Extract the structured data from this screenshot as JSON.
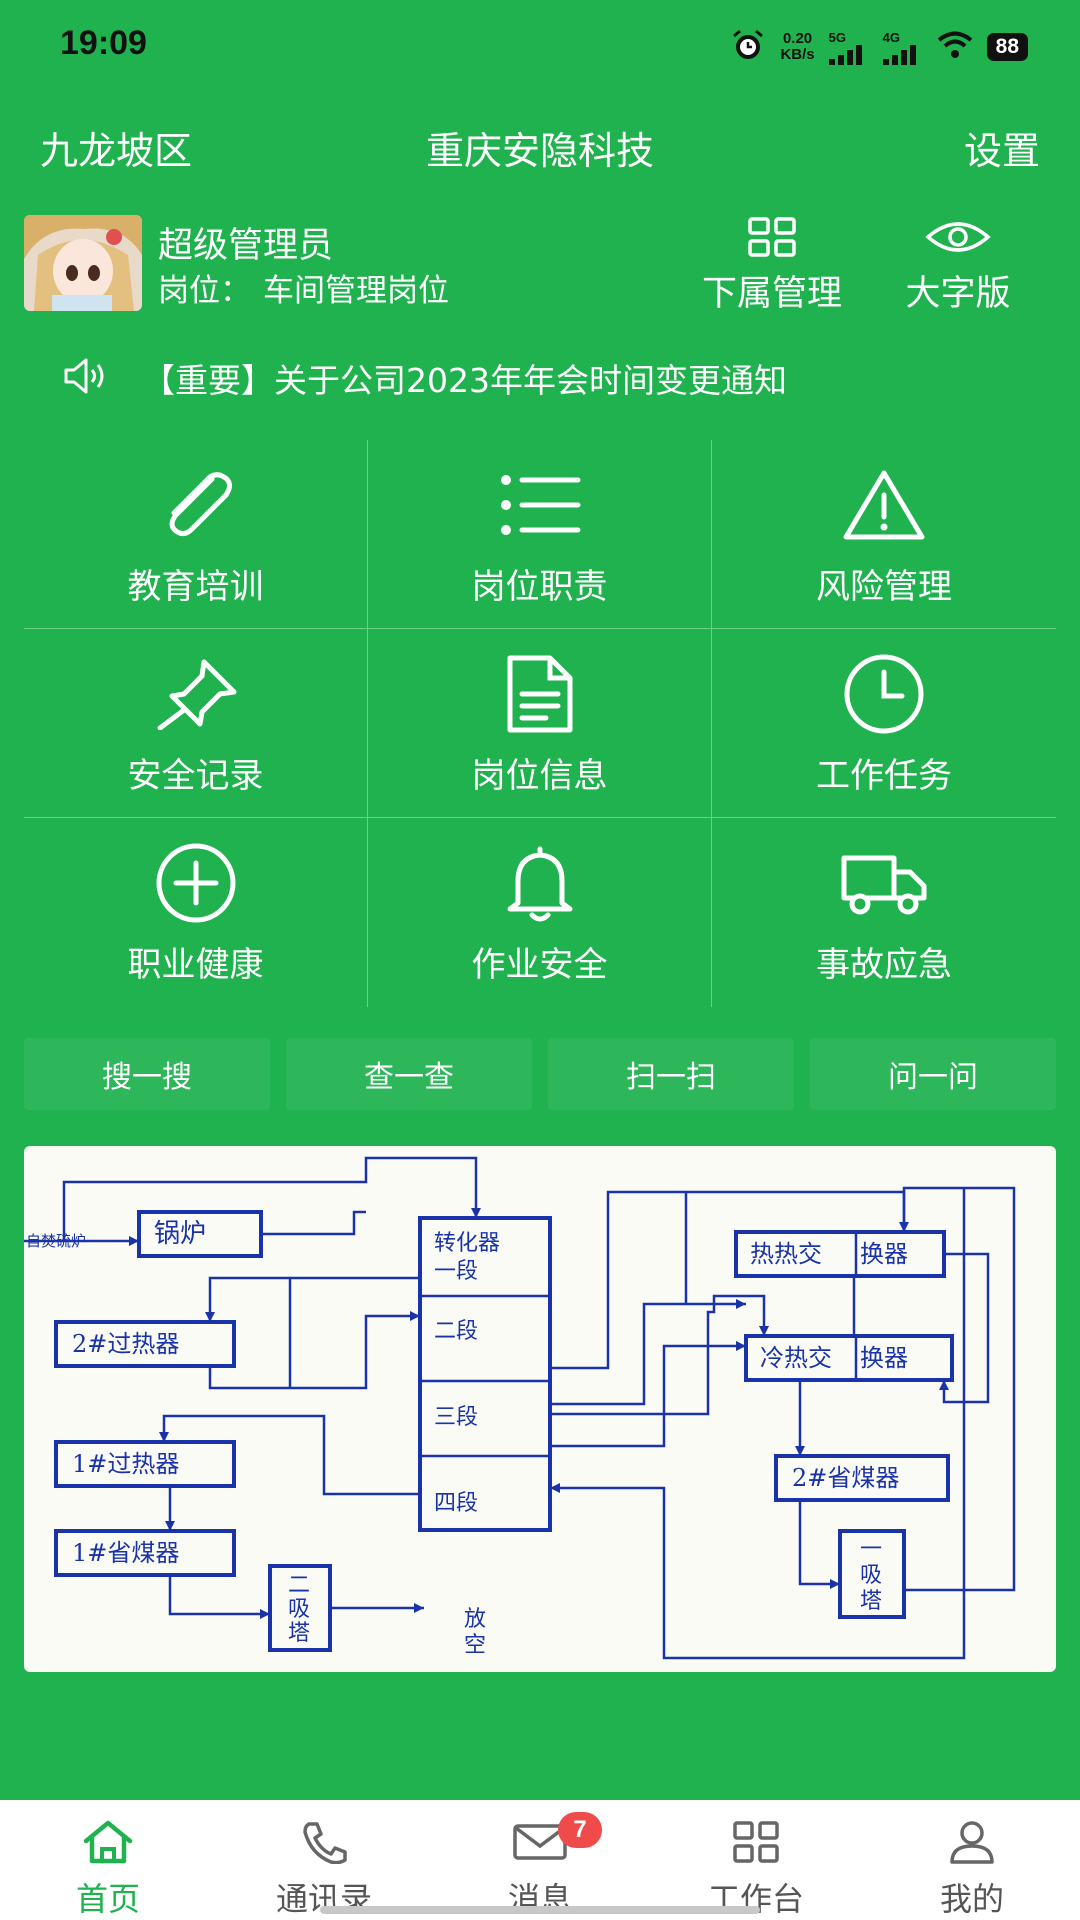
{
  "status_bar": {
    "time": "19:09",
    "net_speed_value": "0.20",
    "net_speed_unit": "KB/s",
    "sig1": "5G",
    "sig2": "4G",
    "battery": "88"
  },
  "header": {
    "district": "九龙坡区",
    "title": "重庆安隐科技",
    "settings": "设置"
  },
  "user": {
    "name": "超级管理员",
    "post_label": "岗位：",
    "post_value": "车间管理岗位"
  },
  "quick_actions": [
    {
      "label": "下属管理",
      "icon": "grid-icon"
    },
    {
      "label": "大字版",
      "icon": "eye-icon"
    }
  ],
  "notice": {
    "text": "【重要】关于公司2023年年会时间变更通知",
    "icon": "speaker-icon"
  },
  "menu": [
    {
      "label": "教育培训",
      "icon": "paperclip-icon"
    },
    {
      "label": "岗位职责",
      "icon": "list-icon"
    },
    {
      "label": "风险管理",
      "icon": "warning-icon"
    },
    {
      "label": "安全记录",
      "icon": "pin-icon"
    },
    {
      "label": "岗位信息",
      "icon": "document-icon"
    },
    {
      "label": "工作任务",
      "icon": "clock-icon"
    },
    {
      "label": "职业健康",
      "icon": "plus-circle-icon"
    },
    {
      "label": "作业安全",
      "icon": "bell-icon"
    },
    {
      "label": "事故应急",
      "icon": "truck-icon"
    }
  ],
  "search_buttons": [
    "搜一搜",
    "查一查",
    "扫一扫",
    "问一问"
  ],
  "diagram": {
    "labels": {
      "source": "自焚硫炉",
      "boiler": "锅炉",
      "converter_1": "转化器",
      "converter_1b": "一段",
      "converter_2": "二段",
      "converter_3": "三段",
      "converter_4": "四段",
      "superheater_2": "2#过热器",
      "superheater_1": "1#过热器",
      "economizer_1": "1#省煤器",
      "economizer_2": "2#省煤器",
      "hot_exchanger_a": "热热交",
      "hot_exchanger_b": "换器",
      "cold_exchanger_a": "冷热交",
      "cold_exchanger_b": "换器",
      "tower_2a": "二",
      "tower_2b": "吸",
      "tower_2c": "塔",
      "tower_1a": "一",
      "tower_1b": "吸",
      "tower_1c": "塔",
      "vent_a": "放",
      "vent_b": "空"
    }
  },
  "tabbar": {
    "tabs": [
      {
        "label": "首页",
        "icon": "home-icon"
      },
      {
        "label": "通讯录",
        "icon": "phone-icon"
      },
      {
        "label": "消息",
        "icon": "mail-icon"
      },
      {
        "label": "工作台",
        "icon": "workbench-icon"
      },
      {
        "label": "我的",
        "icon": "user-icon"
      }
    ],
    "message_badge": "7"
  },
  "colors": {
    "background": "#1fb24e",
    "accent": "#1fb24e",
    "diagram_blue": "#1a33a8",
    "badge": "#ef4b4b"
  }
}
